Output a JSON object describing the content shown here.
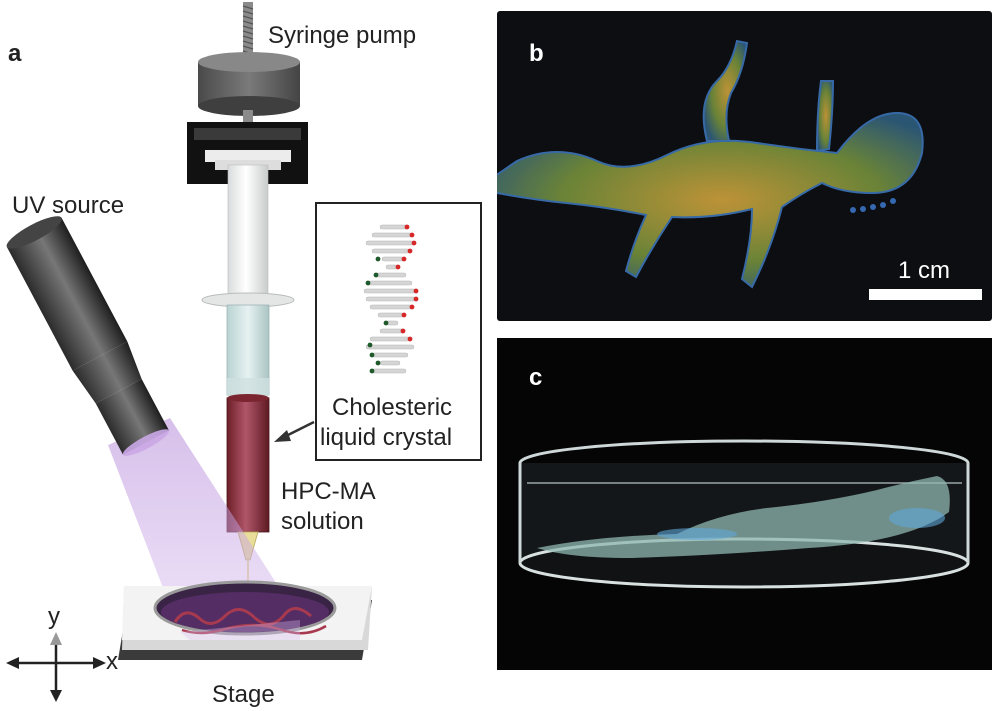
{
  "panels": {
    "a": {
      "letter": "a"
    },
    "b": {
      "letter": "b",
      "scale_bar_label": "1 cm"
    },
    "c": {
      "letter": "c"
    }
  },
  "labels": {
    "syringe_pump": "Syringe pump",
    "uv_source": "UV source",
    "cholesteric_line1": "Cholesteric",
    "cholesteric_line2": "liquid crystal",
    "hpc_line1": "HPC-MA",
    "hpc_line2": "solution",
    "stage": "Stage",
    "axis_x": "x",
    "axis_y": "y"
  },
  "colors": {
    "uv_beam": "#c9a8e6",
    "ink": "#8a2b3a",
    "helix_red": "#d62828",
    "helix_green": "#1f5a2a"
  }
}
